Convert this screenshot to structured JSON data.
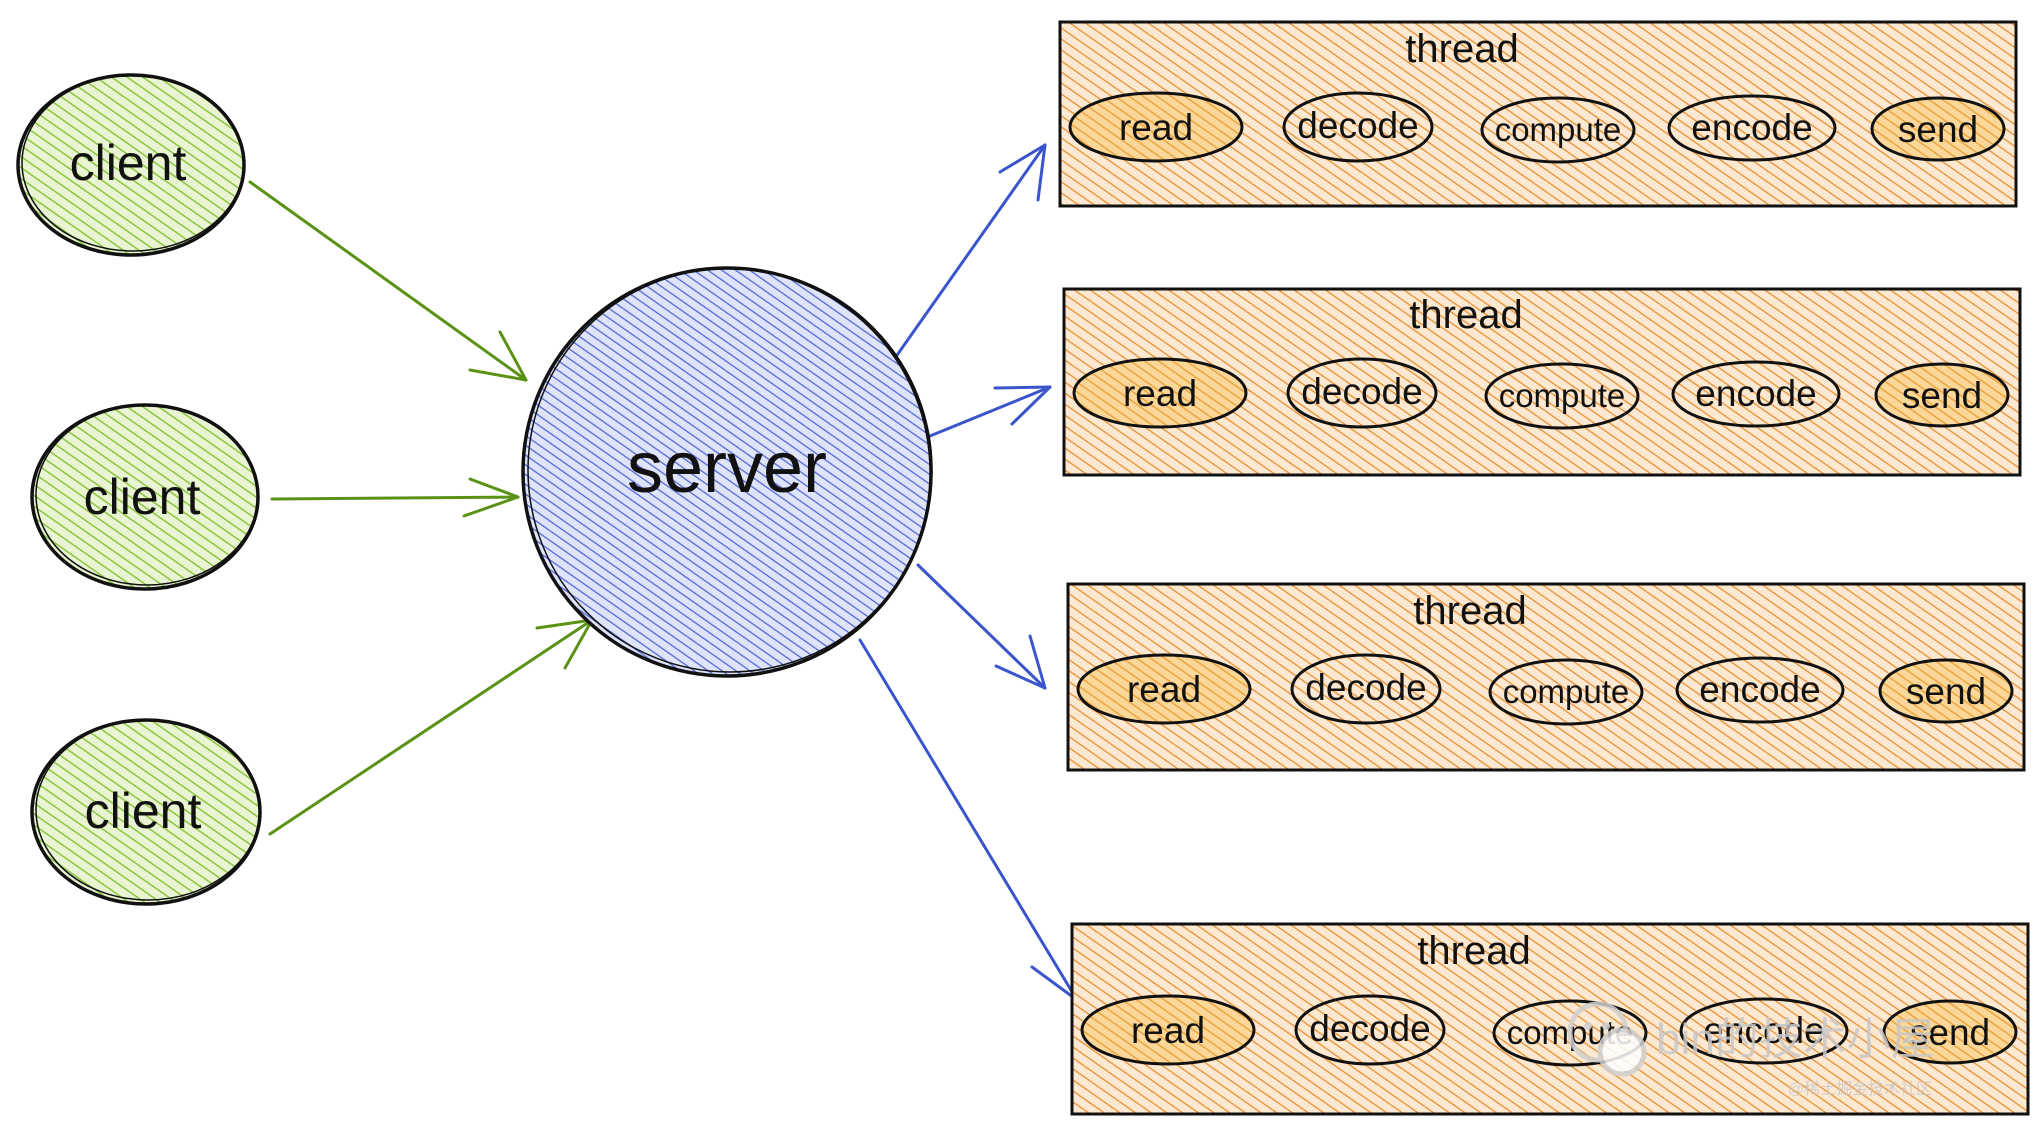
{
  "diagram": {
    "clients": [
      {
        "label": "client"
      },
      {
        "label": "client"
      },
      {
        "label": "client"
      }
    ],
    "server": {
      "label": "server"
    },
    "threads": [
      {
        "title": "thread",
        "steps": [
          "read",
          "decode",
          "compute",
          "encode",
          "send"
        ]
      },
      {
        "title": "thread",
        "steps": [
          "read",
          "decode",
          "compute",
          "encode",
          "send"
        ]
      },
      {
        "title": "thread",
        "steps": [
          "read",
          "decode",
          "compute",
          "encode",
          "send"
        ]
      },
      {
        "title": "thread",
        "steps": [
          "read",
          "decode",
          "compute",
          "encode",
          "send"
        ]
      }
    ],
    "colors": {
      "client_fill": "#9acd32",
      "client_hatch": "#7cb518",
      "server_fill": "#8c9ee8",
      "server_hatch": "#3a55cc",
      "thread_fill": "#f4a04a",
      "thread_hatch": "#e8892a",
      "step_fill": "#f6b95a",
      "client_arrow": "#5a9216",
      "server_arrow": "#3a55cc",
      "outline": "#111111"
    }
  },
  "watermark": {
    "text": "bin的技术小屋",
    "subtext": "@稀土掘金技术社区"
  }
}
